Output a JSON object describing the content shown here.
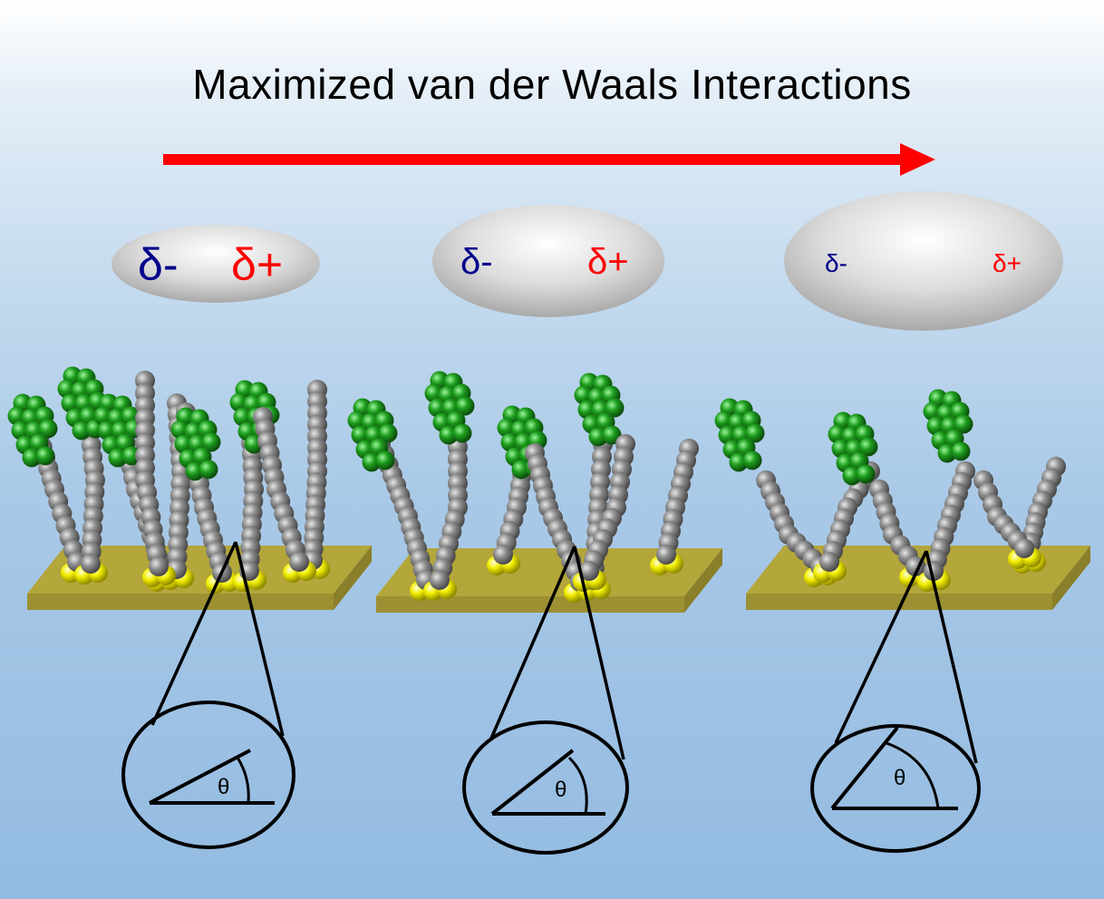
{
  "title": "Maximized van der Waals Interactions",
  "colors": {
    "arrow": "#ff0000",
    "delta_minus": "#00008b",
    "delta_plus": "#ff0000",
    "substrate": "#b3a63a",
    "gold_atom": "#ffff00",
    "carbon_atom": "#808080",
    "head_atom": "#1aa01a"
  },
  "panels": [
    {
      "delta_minus": "δ-",
      "delta_plus": "δ+",
      "theta": "θ"
    },
    {
      "delta_minus": "δ-",
      "delta_plus": "δ+",
      "theta": "θ"
    },
    {
      "delta_minus": "δ-",
      "delta_plus": "δ+",
      "theta": "θ"
    }
  ]
}
